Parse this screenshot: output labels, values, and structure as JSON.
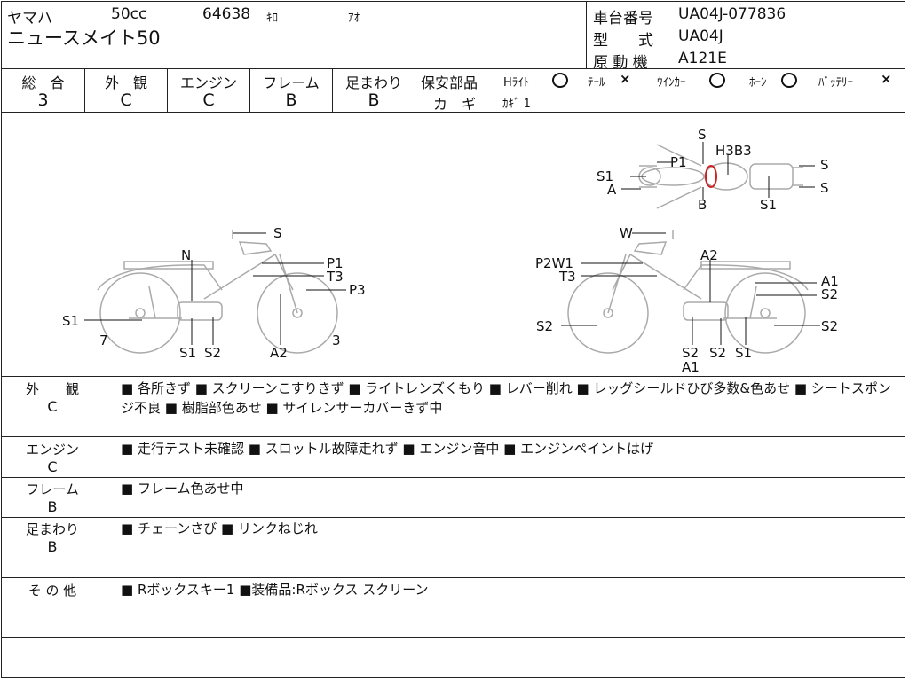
{
  "header": {
    "maker": "ヤマハ",
    "cc": "50cc",
    "mileage": "64638",
    "mileage_unit": "ｷﾛ",
    "color": "ｱｵ",
    "model_name": "ニュースメイト50",
    "frame_no_label": "車台番号",
    "frame_no": "UA04J-077836",
    "type_label": "型　　式",
    "type": "UA04J",
    "engine_label": "原 動 機",
    "engine": "A121E"
  },
  "grades": [
    {
      "label": "総　合",
      "value": "3"
    },
    {
      "label": "外　観",
      "value": "C"
    },
    {
      "label": "エンジン",
      "value": "C"
    },
    {
      "label": "フレーム",
      "value": "B"
    },
    {
      "label": "足まわり",
      "value": "B"
    }
  ],
  "safety": {
    "title": "保安部品",
    "headlight": "Hﾗｲﾄ",
    "headlight_mark": "○",
    "tail": "ﾃｰﾙ",
    "tail_mark": "×",
    "winker": "ｳｲﾝｶｰ",
    "winker_mark": "○",
    "horn": "ﾎｰﾝ",
    "horn_mark": "○",
    "battery": "ﾊﾞｯﾃﾘｰ",
    "battery_mark": "×",
    "key_label": "カ　ギ",
    "key_value": "ｶｷﾞ 1"
  },
  "diagram": {
    "top_labels": [
      "S",
      "H3B3",
      "P1",
      "S1",
      "A",
      "B",
      "S1",
      "S",
      "S"
    ],
    "left_labels": [
      "S",
      "N",
      "P1",
      "T3",
      "P3",
      "S1",
      "7",
      "S1",
      "S2",
      "A2",
      "3"
    ],
    "right_labels": [
      "W",
      "A2",
      "P2W1",
      "T3",
      "A1",
      "S2",
      "S2",
      "S2",
      "A1",
      "S2",
      "S1",
      "S2"
    ]
  },
  "sections": [
    {
      "label": "外　　観",
      "grade": "C",
      "text": "■ 各所きず ■ スクリーンこすりきず ■ ライトレンズくもり ■ レバー削れ ■ レッグシールドひび多数&色あせ ■ シートスポンジ不良 ■ 樹脂部色あせ ■ サイレンサーカバーきず中"
    },
    {
      "label": "エンジン",
      "grade": "C",
      "text": "■ 走行テスト未確認 ■ スロットル故障走れず ■ エンジン音中 ■ エンジンペイントはげ"
    },
    {
      "label": "フレーム",
      "grade": "B",
      "text": "■ フレーム色あせ中"
    },
    {
      "label": "足まわり",
      "grade": "B",
      "text": "■ チェーンさび ■ リンクねじれ"
    },
    {
      "label": "そ の 他",
      "grade": "",
      "text": "■ Rボックスキー1 ■装備品:Rボックス スクリーン"
    }
  ]
}
